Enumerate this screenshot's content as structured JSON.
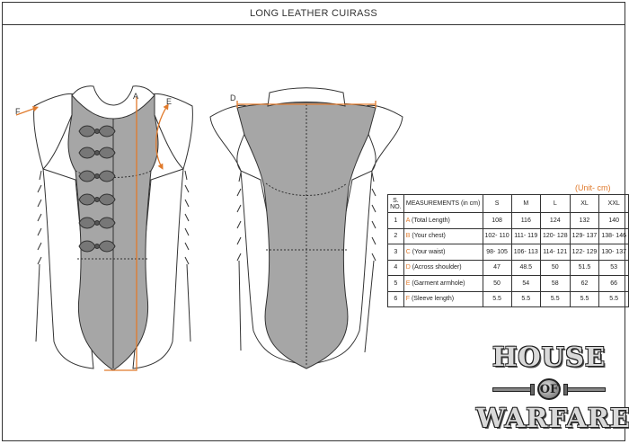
{
  "title": "LONG LEATHER CUIRASS",
  "unit_note": "(Unit- cm)",
  "dimension_letters": {
    "a": "A",
    "d": "D",
    "e": "E",
    "f": "F"
  },
  "table": {
    "header": {
      "no": "S. NO.",
      "measurements": "MEASUREMENTS (in cm)",
      "sizes": [
        "S",
        "M",
        "L",
        "XL",
        "XXL"
      ]
    },
    "rows": [
      {
        "no": "1",
        "letter": "A",
        "label": " (Total Length)",
        "values": [
          "108",
          "116",
          "124",
          "132",
          "140"
        ]
      },
      {
        "no": "2",
        "letter": "B",
        "label": " (Your chest)",
        "values": [
          "102- 110",
          "111- 119",
          "120- 128",
          "129- 137",
          "138- 146"
        ]
      },
      {
        "no": "3",
        "letter": "C",
        "label": " (Your waist)",
        "values": [
          "98- 105",
          "106- 113",
          "114- 121",
          "122- 129",
          "130- 137"
        ]
      },
      {
        "no": "4",
        "letter": "D",
        "label": " (Across shoulder)",
        "values": [
          "47",
          "48.5",
          "50",
          "51.5",
          "53"
        ]
      },
      {
        "no": "5",
        "letter": "E",
        "label": " (Garment armhole)",
        "values": [
          "50",
          "54",
          "58",
          "62",
          "66"
        ]
      },
      {
        "no": "6",
        "letter": "F",
        "label": " (Sleeve length)",
        "values": [
          "5.5",
          "5.5",
          "5.5",
          "5.5",
          "5.5"
        ]
      }
    ]
  },
  "logo": {
    "line1": "HOUSE",
    "line2": "OF",
    "line3": "WARFARE"
  },
  "colors": {
    "accent": "#e07a2c",
    "garment_fill": "#a6a6a6",
    "line": "#333333"
  }
}
